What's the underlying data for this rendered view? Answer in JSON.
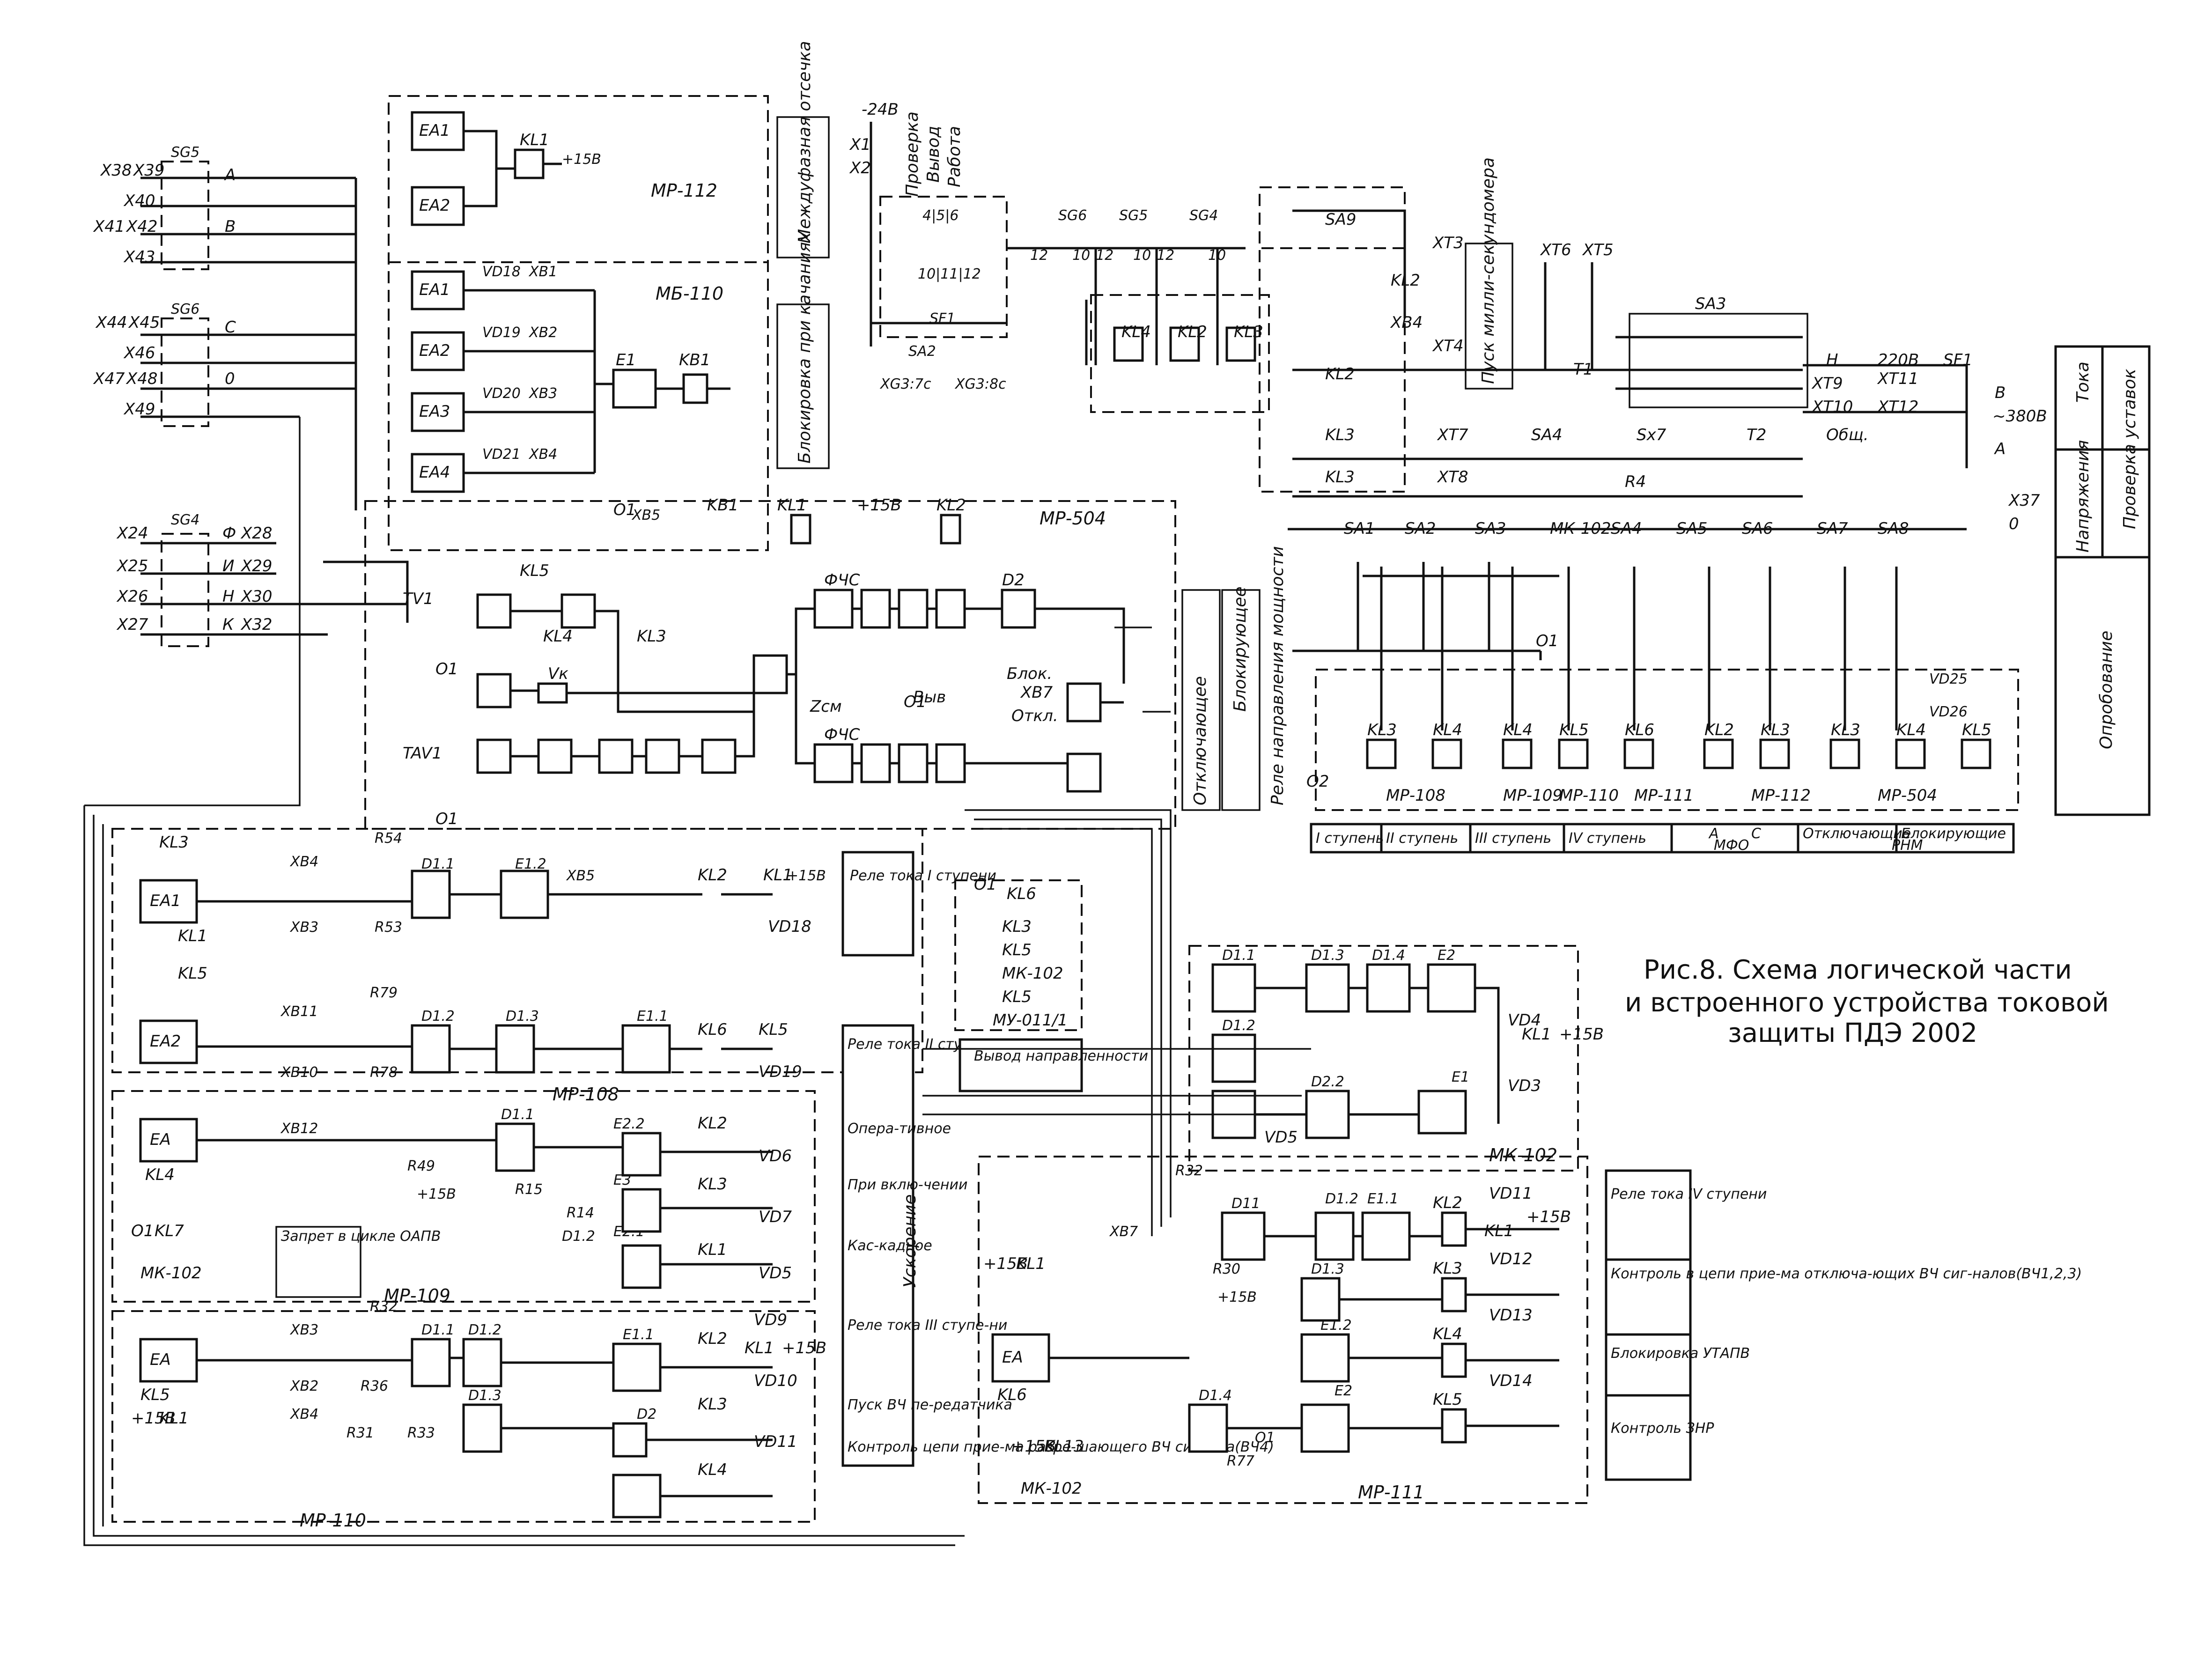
{
  "caption": {
    "line1": "Рис.8. Схема логической части",
    "line2": "и встроенного устройства токовой",
    "line3": "защиты ПДЭ 2002"
  },
  "modules": {
    "mr112": "МР-112",
    "mb110": "МБ-110",
    "mr504": "МР-504",
    "mr108": "МР-108",
    "mr109": "МР-109",
    "mr110": "МР-110",
    "mk102": "МК-102",
    "mr111": "МР-111",
    "mu011": "МУ-011/1"
  },
  "side_labels": {
    "mezhfaz": "Междуфазная отсечка",
    "blok_kach": "Блокировка при качаниях",
    "otkl_rele": "Отключающее",
    "blok_rele": "Блокирующее",
    "rele_napr": "Реле направления мощности",
    "proverka": "Проверка",
    "vyvod": "Вывод",
    "rabota": "Работа",
    "pusk_ms": "Пуск милли-секундомера",
    "oprobovanie": "Опробование",
    "naprjazh": "Напряжения",
    "toka": "Тока",
    "proverka_ustavok": "Проверка уставок",
    "zapret": "Запрет в цикле ОАПВ",
    "uskorenie": "Ускорение",
    "vyvod_napr": "Вывод направленности"
  },
  "right_column_top": [
    "Реле тока I ступени"
  ],
  "right_column_mid": [
    "Реле тока II ступени",
    "Опера-тивное",
    "При вклю-чении",
    "Кас-кадное",
    "Реле тока III ступе-ни",
    "Пуск ВЧ пе-редатчика",
    "Контроль цепи прие-ма разре-шающего ВЧ сигнала(ВЧ4)"
  ],
  "right_column_far": [
    "Реле тока IV ступени",
    "Контроль в цепи прие-ма отключа-ющих ВЧ сиг-налов(ВЧ1,2,3)",
    "Блокировка УТАПВ",
    "Контроль ЗНР"
  ],
  "table_row": [
    "I ступень",
    "II ступень",
    "III ступень",
    "IV ступень",
    "А",
    "С",
    "Отключающие",
    "Блокирующие"
  ],
  "table_sub": [
    "МФО",
    "РНМ"
  ],
  "terminals_left": {
    "sg5": [
      "X38",
      "X39",
      "X40",
      "X41",
      "X42",
      "X43"
    ],
    "sg6": [
      "X44",
      "X45",
      "X46",
      "X47",
      "X48",
      "X49"
    ],
    "sg4": [
      "X24",
      "X25",
      "X26",
      "X27",
      "X28",
      "X29",
      "X30",
      "X32"
    ]
  },
  "phase_labels": [
    "А",
    "В",
    "С",
    "0",
    "Ф",
    "И",
    "Н",
    "К"
  ],
  "relays_top": [
    "KL4",
    "KL2",
    "KL3"
  ],
  "voltages": {
    "minus24": "-24В",
    "plus15": "+15В",
    "v220": "220В",
    "v380": "~380В"
  },
  "bottom_relays": [
    "KL3",
    "KL4",
    "KL4",
    "KL5",
    "KL6",
    "KL2",
    "KL3",
    "KL3",
    "KL4",
    "KL5"
  ],
  "bottom_modules": [
    "МР-108",
    "МР-109",
    "МР-110",
    "МР-111",
    "МР-112",
    "МР-504"
  ],
  "switches": [
    "SA1",
    "SA2",
    "SA3",
    "МК-102",
    "SA4",
    "SA5",
    "SA6",
    "SA7",
    "SA8"
  ]
}
